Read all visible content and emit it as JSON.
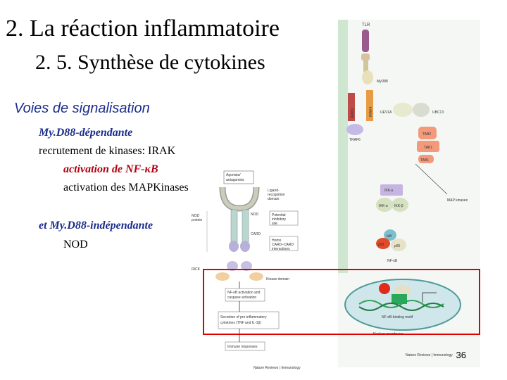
{
  "slide": {
    "title": "2. La réaction inflammatoire",
    "subtitle": "2. 5. Synthèse de cytokines",
    "section": "Voies de signalisation",
    "myd88_dep": "My.D88-dépendante",
    "line1": "recrutement de kinases: IRAK",
    "line2_prefix": "activation de NF-",
    "line2_kb": "κB",
    "line3": "activation des MAPKinases",
    "myd88_indep": "et My.D88-indépendante",
    "nod": "NOD",
    "page_number": "36"
  },
  "left_figure": {
    "agonists": "Agonists/\nantagonists",
    "ligand": "Ligand-\nrecognition\ndomain",
    "nod_protein": "NOD\nprotein",
    "nod": "NOD",
    "potential": "Potential\ninhibitory\nsite",
    "card": "CARD",
    "homo": "Homo\nCARD–CARD\ninteractions",
    "ric": "RICK",
    "kinase": "Kinase domain",
    "nfkb_act": "NF-κB activation and\ncaspase activation",
    "secretion": "Secretion of pro-inflammatory\ncytokines (TNF and IL-1β)",
    "immune": "Immune responses",
    "credit": "Nature Reviews | Immunology"
  },
  "right_figure": {
    "tlr": "TLR",
    "myd88": "MyD88",
    "irak1": "IRAK1",
    "irak4": "IRAK4",
    "traf6": "TRAF6",
    "uev1a": "UEV1A",
    "ubc13": "UBC13",
    "tab2": "TAB2",
    "tak1": "TAK1",
    "tab1": "TAB1",
    "ikkg": "IKK-γ",
    "ikka": "IKK-α",
    "ikkb": "IKK-β",
    "mapk": "MAP kinases",
    "ikb": "IκB",
    "p50": "p50",
    "p65": "p65",
    "nfkb": "NF-κB",
    "binding": "NF-κB-binding motif",
    "nuclear": "Nuclear membrane",
    "credit": "Nature Reviews | Immunology"
  },
  "colors": {
    "section_blue": "#1a2c8c",
    "accent_red": "#b00010",
    "highlight_box": "#e00000"
  }
}
